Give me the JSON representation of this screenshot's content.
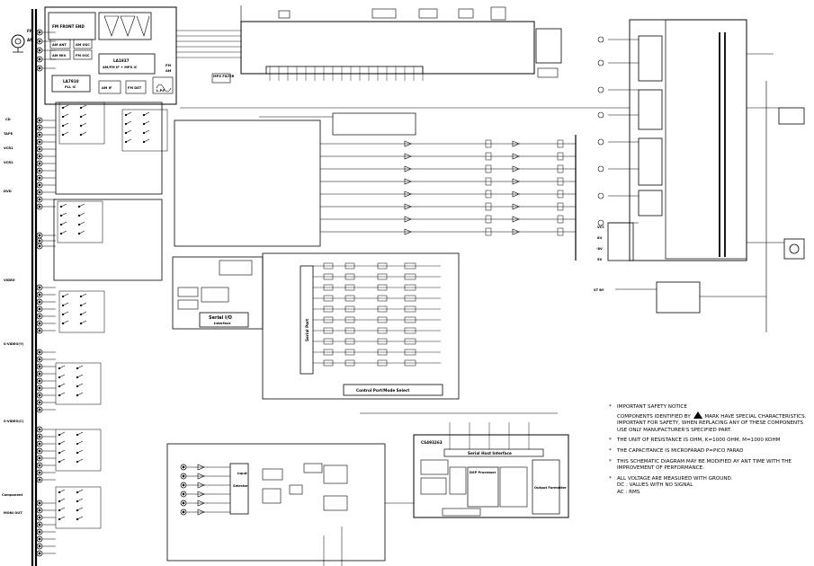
{
  "blocks": {
    "fm_front_end": "FM FRONT END",
    "am_ant": "AM ANT",
    "am_osc": "AM OSC",
    "am_mix": "AM MIX",
    "fm_osc": "FM OSC",
    "la1837": "LA1837",
    "la1837_sub": "AM/FM IF + MPX IC",
    "la7910": "LA7910",
    "la7910_sub": "PLL IC",
    "am_if": "AM IF",
    "fm_det": "FM DET",
    "lpf": "L.P.F",
    "fm": "FM",
    "am": "AM",
    "mpx_filter": "MPX FILTER",
    "serial_io": "Serial I/O",
    "serial_io_sub": "Interface",
    "serial_port": "Serial Port",
    "control_port": "Control Port/Mode Select",
    "input_selector": "Input",
    "input_selector_sub": "Selector",
    "serial_host": "Serial Host Interface",
    "output_formatter": "Output Formatter",
    "dsp_processor": "DSP Processor",
    "cs493263": "CS493263"
  },
  "pins": {
    "fm": "FM",
    "am": "AM",
    "cd": "CD",
    "tape": "TAPE",
    "vcr1": "VCR1",
    "vcr2": "VCR2",
    "dvd": "DVD",
    "video": "VIDEO",
    "s_video": "S-VIDEO(Y)",
    "c_video": "S-VIDEO(C)",
    "component": "Component",
    "monitor_out": "MONI OUT",
    "eight_v": "8V",
    "minus_eight_v": "-8V",
    "five_v": "5V",
    "vcc": "VCC",
    "standby": "ST BY"
  },
  "notes": [
    {
      "bullet": "*",
      "lines": [
        "IMPORTANT SAFETY NOTICE"
      ]
    },
    {
      "bullet": "",
      "lines": [
        "COMPONENTS IDENTIFIED BY",
        "MARK HAVE SPECIAL CHARACTERISTICS.",
        "IMPORTANT FOR SAFETY, WHEN REPLACING ANY OF THESE COMPONENTS",
        "USE ONLY MANUFACTURER'S SPECIFIED PART."
      ]
    },
    {
      "bullet": "*",
      "lines": [
        "THE UNIT OF RESISTANCE IS OHM, K=1000 OHM, M=1000 KOHM"
      ]
    },
    {
      "bullet": "*",
      "lines": [
        "THE CAPACITANCE IS MICROFARAD P=PICO FARAD"
      ]
    },
    {
      "bullet": "*",
      "lines": [
        "THIS SCHEMATIC DIAGRAM MAY BE MODIFIED AY ANT TIME WITH THE",
        "IMPROVEMENT OF PERFORMANCE."
      ]
    },
    {
      "bullet": "*",
      "lines": [
        "ALL VOLTAGE ARE MEASURED WITH GROUND.",
        "DC : VALUES WITH NO SIGNAL",
        "AC : RMS"
      ]
    }
  ]
}
